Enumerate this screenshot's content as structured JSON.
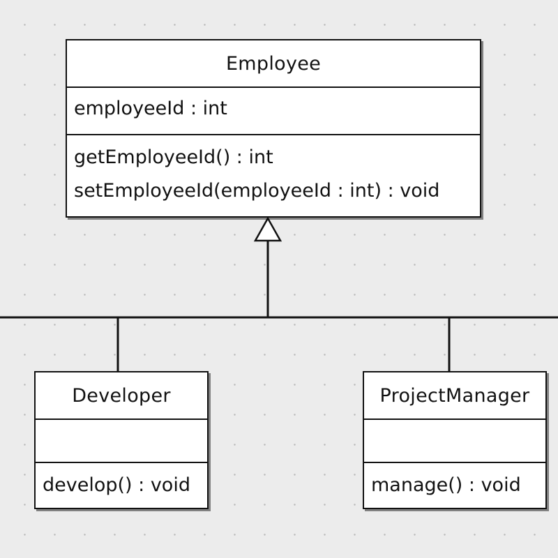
{
  "diagram": {
    "type": "uml-class-diagram",
    "classes": [
      {
        "name": "Employee",
        "attributes": [
          "employeeId : int"
        ],
        "operations": [
          "getEmployeeId() : int",
          "setEmployeeId(employeeId : int) : void"
        ]
      },
      {
        "name": "Developer",
        "attributes": [],
        "operations": [
          "develop() : void"
        ]
      },
      {
        "name": "ProjectManager",
        "attributes": [],
        "operations": [
          "manage() : void"
        ]
      }
    ],
    "relationships": [
      {
        "type": "generalization",
        "from": "Developer",
        "to": "Employee"
      },
      {
        "type": "generalization",
        "from": "ProjectManager",
        "to": "Employee"
      }
    ]
  },
  "colors": {
    "background": "#ececec",
    "grid_dot": "#b8b8b8",
    "class_fill": "#ffffff",
    "stroke": "#111111"
  }
}
